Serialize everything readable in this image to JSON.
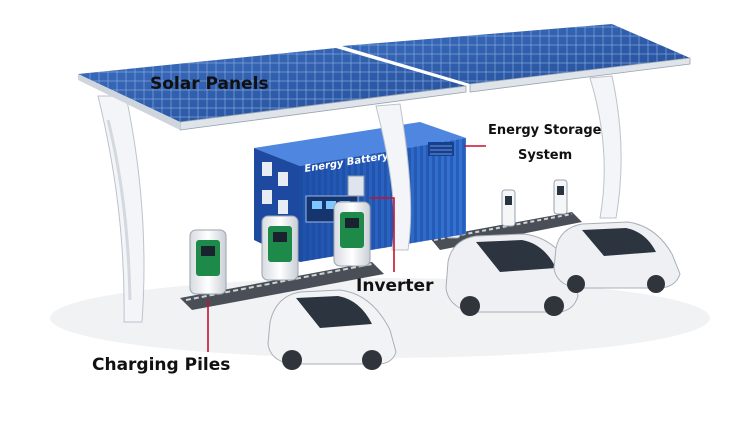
{
  "labels": {
    "solar_panels": "Solar Panels",
    "energy_storage_line1": "Energy Storage",
    "energy_storage_line2": "System",
    "inverter": "Inverter",
    "charging_piles": "Charging Piles",
    "container_sign": "Energy Battery"
  },
  "colors": {
    "panel_blue": "#2f5fae",
    "container_blue": "#2a63c4",
    "leader_line": "#c8102e",
    "pile_green": "#1e8a4a",
    "frame_white": "#eef1f5",
    "car_white": "#f2f3f5",
    "label_text": "#111111"
  }
}
